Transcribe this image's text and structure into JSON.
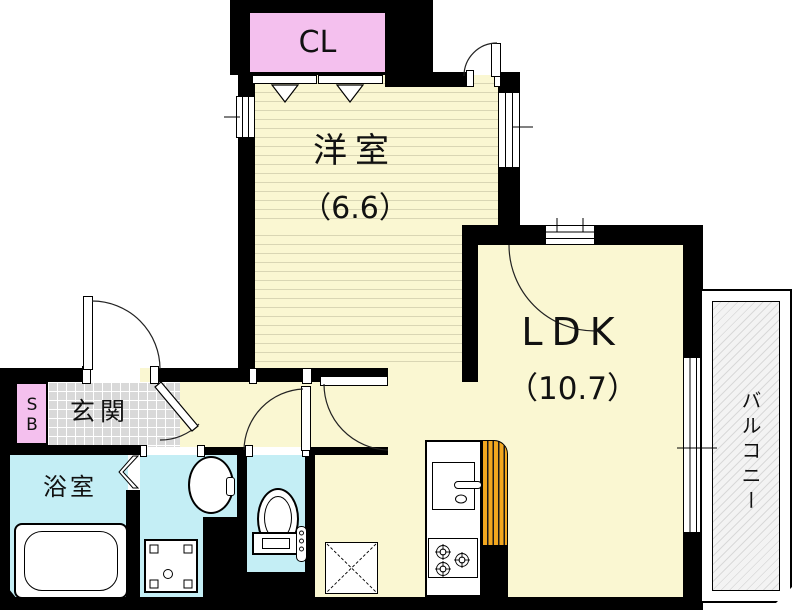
{
  "rooms": {
    "closet": {
      "label": "CL"
    },
    "western_room": {
      "label": "洋室",
      "size": "（6.6）"
    },
    "ldk": {
      "label": "LDK",
      "size": "（10.7）"
    },
    "entrance": {
      "label": "玄関"
    },
    "shoe_box": {
      "label": "SB"
    },
    "bathroom": {
      "label": "浴室"
    },
    "balcony": {
      "label": "バルコニー"
    }
  },
  "colors": {
    "wall": "#000000",
    "room_floor": "#faf7d2",
    "room_floor_stripe": "#d9d6b4",
    "closet_fill": "#f4c0ee",
    "wet_area_fill": "#c4eef5",
    "entrance_tile": "#d9d9d9",
    "kitchen_counter_accent": "#f2a71f",
    "balcony_floor": "#f3f3f3",
    "fixture_fill": "#ffffff",
    "text": "#111111"
  }
}
